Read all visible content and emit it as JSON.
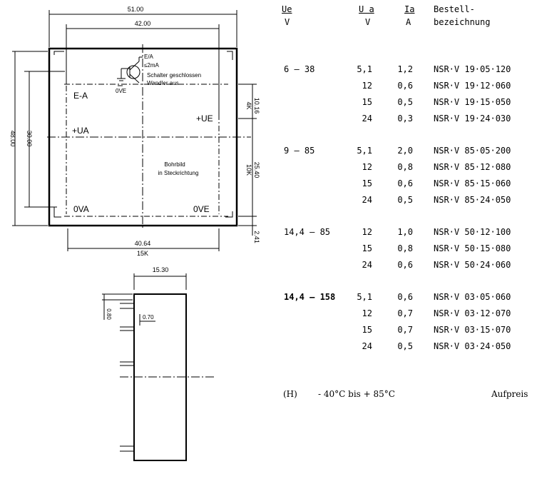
{
  "drawing": {
    "top_dims": {
      "outer": "51.00",
      "inner": "42.00"
    },
    "left_dims": {
      "outer": "48.00",
      "inner": "30.00"
    },
    "right_dims": {
      "upper": "10.16",
      "upper_tol": "4K",
      "middle": "25.40",
      "middle_tol": "10K",
      "lower": "2.41"
    },
    "bottom_dims": {
      "width": "40.64",
      "tol": "15K"
    },
    "pin_labels": {
      "ea": "E-A",
      "ue": "+UE",
      "ua": "+UA",
      "ova": "0VA",
      "ove": "0VE"
    },
    "switch": {
      "line1": "E/A",
      "line2": "≤2mA",
      "desc1": "Schalter geschlossen",
      "desc2": "Wandler aus",
      "ground": "0VE"
    },
    "note": {
      "line1": "Bohrbild",
      "line2": "in Steckrichtung"
    },
    "side_dims": {
      "width": "15.30",
      "pin_offset": "0.80",
      "pin_thick": "0.70"
    }
  },
  "table": {
    "headers": {
      "ue": "Ue",
      "ue_unit": "V",
      "ua": "U a",
      "ua_unit": "V",
      "ia": "Ia",
      "ia_unit": "A",
      "order1": "Bestell-",
      "order2": "bezeichnung"
    },
    "groups": [
      {
        "ue": "6 – 38",
        "rows": [
          {
            "ua": "5,1",
            "ia": "1,2",
            "code": "NSR·V 19·05·120"
          },
          {
            "ua": "12",
            "ia": "0,6",
            "code": "NSR·V 19·12·060"
          },
          {
            "ua": "15",
            "ia": "0,5",
            "code": "NSR·V 19·15·050"
          },
          {
            "ua": "24",
            "ia": "0,3",
            "code": "NSR·V 19·24·030"
          }
        ]
      },
      {
        "ue": "9 – 85",
        "rows": [
          {
            "ua": "5,1",
            "ia": "2,0",
            "code": "NSR·V 85·05·200"
          },
          {
            "ua": "12",
            "ia": "0,8",
            "code": "NSR·V 85·12·080"
          },
          {
            "ua": "15",
            "ia": "0,6",
            "code": "NSR·V 85·15·060"
          },
          {
            "ua": "24",
            "ia": "0,5",
            "code": "NSR·V 85·24·050"
          }
        ]
      },
      {
        "ue": "14,4 – 85",
        "rows": [
          {
            "ua": "12",
            "ia": "1,0",
            "code": "NSR·V 50·12·100"
          },
          {
            "ua": "15",
            "ia": "0,8",
            "code": "NSR·V 50·15·080"
          },
          {
            "ua": "24",
            "ia": "0,6",
            "code": "NSR·V 50·24·060"
          }
        ]
      },
      {
        "ue": "14,4 – 158",
        "rows": [
          {
            "ua": "5,1",
            "ia": "0,6",
            "code": "NSR·V 03·05·060"
          },
          {
            "ua": "12",
            "ia": "0,7",
            "code": "NSR·V 03·12·070"
          },
          {
            "ua": "15",
            "ia": "0,7",
            "code": "NSR·V 03·15·070"
          },
          {
            "ua": "24",
            "ia": "0,5",
            "code": "NSR·V 03·24·050"
          }
        ]
      }
    ],
    "footer": {
      "h": "(H)",
      "temp": "- 40°C bis + 85°C",
      "price": "Aufpreis"
    }
  }
}
